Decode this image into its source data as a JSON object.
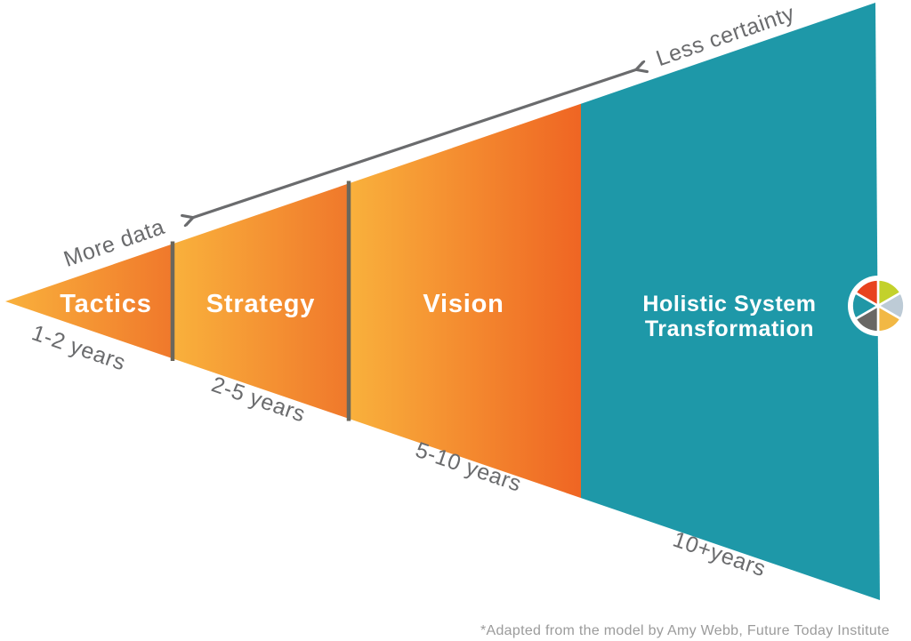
{
  "colors": {
    "background": "#FFFFFF",
    "orange_light": "#F9B13C",
    "orange_dark": "#F0782B",
    "vision_dark": "#EF6523",
    "teal": "#1E98A8",
    "divider_gray": "#6B675C",
    "label_gray": "#6A6B6D",
    "arrow_gray": "#6A6B6D",
    "white_text": "#FFFFFF",
    "footnote_gray": "#9B9B9B"
  },
  "arrow": {
    "more_label": "More data",
    "less_label": "Less certainty"
  },
  "cone": {
    "segments": [
      {
        "label": "Tactics",
        "timeframe": "1-2 years"
      },
      {
        "label": "Strategy",
        "timeframe": "2-5 years"
      },
      {
        "label": "Vision",
        "timeframe": "5-10 years"
      },
      {
        "label": "Holistic System Transformation",
        "label_line1": "Holistic System",
        "label_line2": "Transformation",
        "timeframe": "10+years"
      }
    ]
  },
  "icon": {
    "name": "pie-wheel-icon",
    "wedge_colors": {
      "top_left": "#E8431E",
      "top_right": "#C3D12B",
      "right": "#BDCBD6",
      "bottom_right": "#F2B844",
      "bottom_left": "#696764",
      "left": "#2097A6"
    }
  },
  "footnote": "*Adapted from the model by Amy Webb, Future Today Institute"
}
